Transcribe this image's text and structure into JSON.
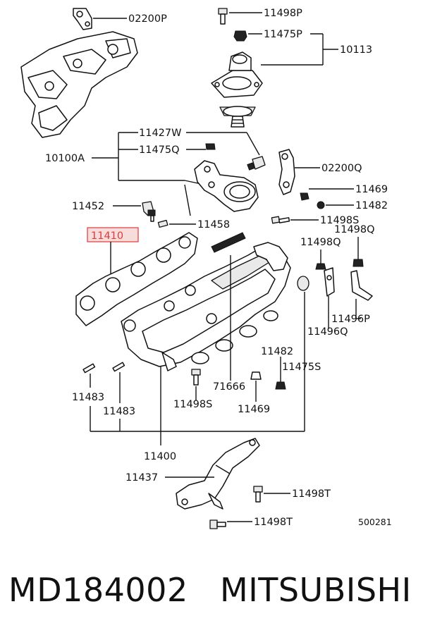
{
  "labels": {
    "p02200P": "02200P",
    "p11498P": "11498P",
    "p11475P": "11475P",
    "p10113": "10113",
    "p11427W": "11427W",
    "p10100A": "10100A",
    "p11475Q": "11475Q",
    "p02200Q": "02200Q",
    "p11469a": "11469",
    "p11452": "11452",
    "p11482a": "11482",
    "p11498S_a": "11498S",
    "p11458": "11458",
    "p11498Q_a": "11498Q",
    "p11410": "11410",
    "p11498Q_b": "11498Q",
    "p11496P": "11496P",
    "p11496Q": "11496Q",
    "p11482b": "11482",
    "p11475S": "11475S",
    "p71666": "71666",
    "p11483a": "11483",
    "p11498S_b": "11498S",
    "p11483b": "11483",
    "p11469b": "11469",
    "p11400": "11400",
    "p11437": "11437",
    "p11498T_a": "11498T",
    "p11498T_b": "11498T",
    "diagram_code": "500281"
  },
  "highlight_color": "#e03a3a",
  "footer": {
    "part_number": "MD184002",
    "brand": "MITSUBISHI"
  }
}
